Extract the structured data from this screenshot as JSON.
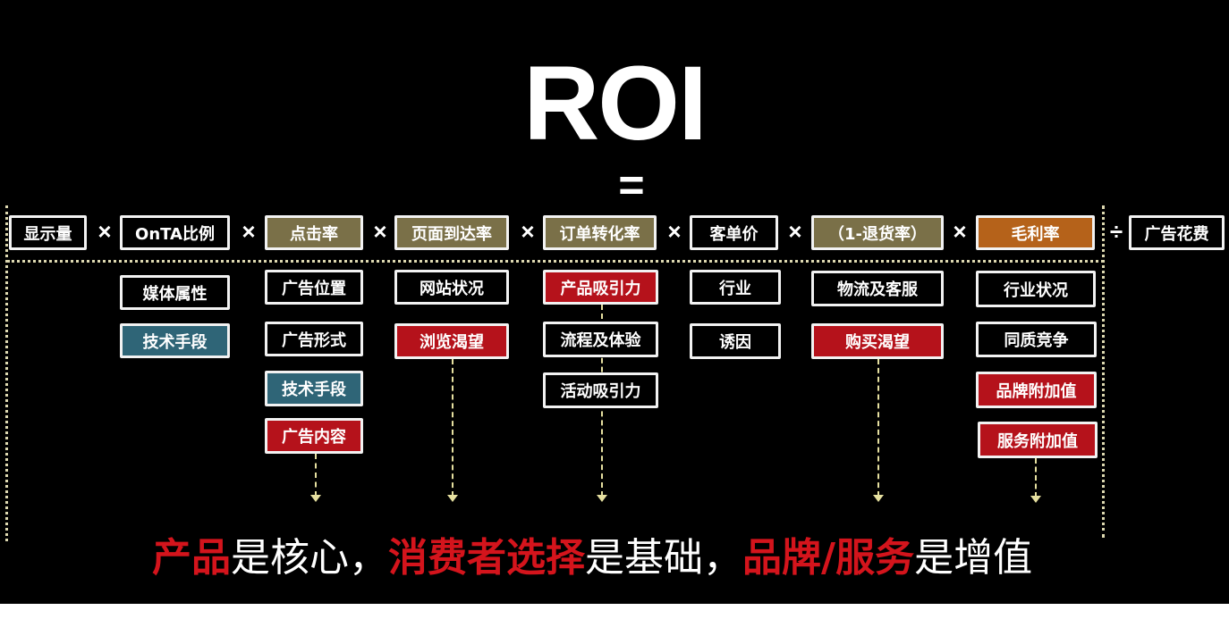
{
  "title": "ROI",
  "equals": "=",
  "operators": {
    "times": "×",
    "divide": "÷"
  },
  "colors": {
    "olive": "#7a7048",
    "teal": "#2f6577",
    "red": "#b5121b",
    "orange": "#b5621a"
  },
  "formula": [
    "显示量",
    "OnTA比例",
    "点击率",
    "页面到达率",
    "订单转化率",
    "客单价",
    "（1-退货率）",
    "毛利率",
    "广告花费"
  ],
  "factors": {
    "onta": [
      "媒体属性",
      "技术手段"
    ],
    "click": [
      "广告位置",
      "广告形式",
      "技术手段",
      "广告内容"
    ],
    "page": [
      "网站状况",
      "浏览渴望"
    ],
    "order": [
      "产品吸引力",
      "流程及体验",
      "活动吸引力"
    ],
    "price": [
      "行业",
      "诱因"
    ],
    "return": [
      "物流及客服",
      "购买渴望"
    ],
    "margin": [
      "行业状况",
      "同质竞争",
      "品牌附加值",
      "服务附加值"
    ]
  },
  "slogan": [
    "产品",
    "是核心，",
    "消费者选择",
    "是基础，",
    "品牌/服务",
    "是增值"
  ]
}
